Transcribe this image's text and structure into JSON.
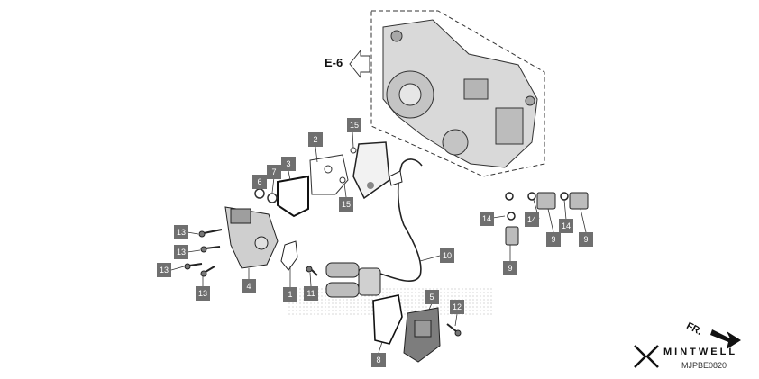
{
  "reference_label": "E-6",
  "front_label": "FR.",
  "brand_name": "MINTWELL",
  "diagram_code": "MJPBE0820",
  "callouts": [
    {
      "id": "c2",
      "label": "2"
    },
    {
      "id": "c15a",
      "label": "15"
    },
    {
      "id": "c3",
      "label": "3"
    },
    {
      "id": "c7",
      "label": "7"
    },
    {
      "id": "c6",
      "label": "6"
    },
    {
      "id": "c15b",
      "label": "15"
    },
    {
      "id": "c10",
      "label": "10"
    },
    {
      "id": "c14a",
      "label": "14"
    },
    {
      "id": "c14b",
      "label": "14"
    },
    {
      "id": "c14c",
      "label": "14"
    },
    {
      "id": "c9a",
      "label": "9"
    },
    {
      "id": "c9b",
      "label": "9"
    },
    {
      "id": "c9c",
      "label": "9"
    },
    {
      "id": "c13a",
      "label": "13"
    },
    {
      "id": "c13b",
      "label": "13"
    },
    {
      "id": "c13c",
      "label": "13"
    },
    {
      "id": "c13d",
      "label": "13"
    },
    {
      "id": "c4",
      "label": "4"
    },
    {
      "id": "c1",
      "label": "1"
    },
    {
      "id": "c11",
      "label": "11"
    },
    {
      "id": "c5",
      "label": "5"
    },
    {
      "id": "c12",
      "label": "12"
    },
    {
      "id": "c8",
      "label": "8"
    }
  ]
}
